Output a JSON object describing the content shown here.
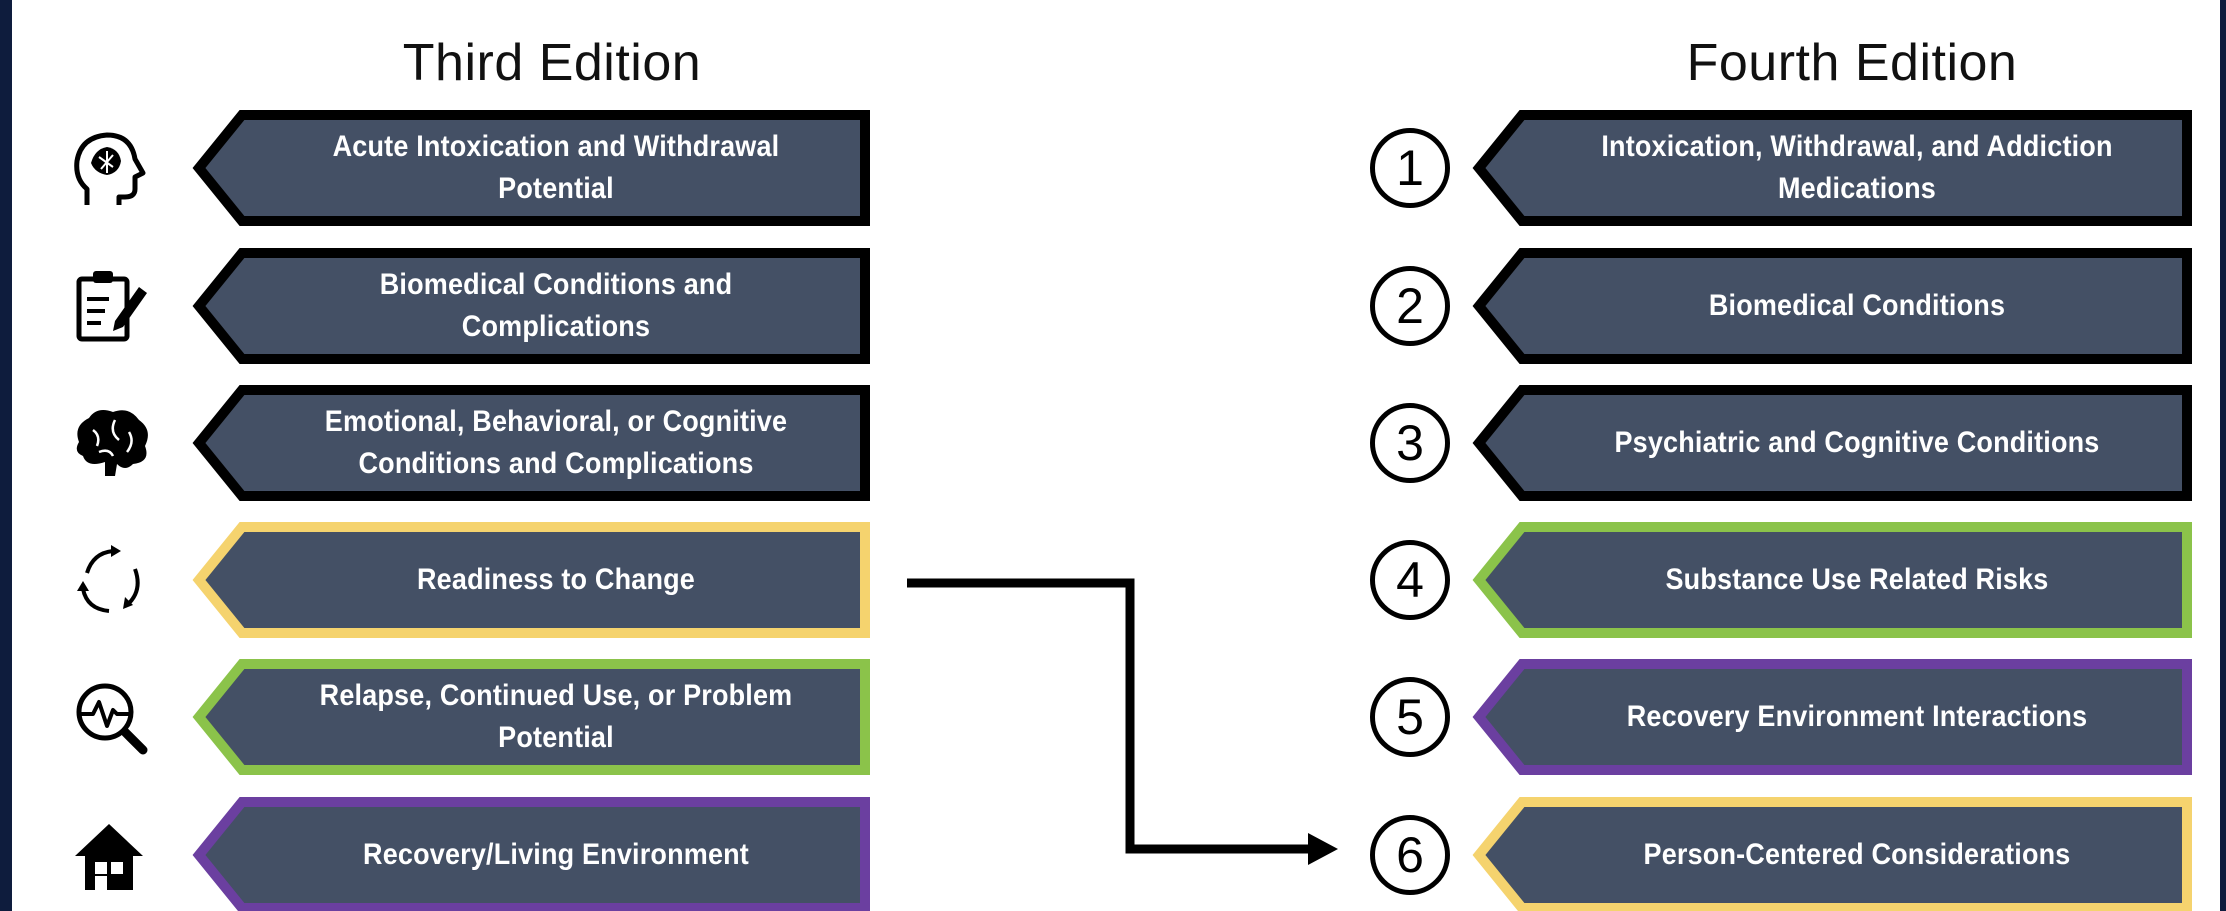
{
  "colors": {
    "background": "#0e1c3d",
    "panel": "#ffffff",
    "banner_fill": "#445065",
    "border_black": "#000000",
    "border_yellow": "#f5d36e",
    "border_green": "#8bc34a",
    "border_purple": "#6b3fa0",
    "arrow": "#000000"
  },
  "third_edition": {
    "heading": "Third Edition",
    "dimensions": [
      {
        "label": "Acute Intoxication and Withdrawal Potential",
        "icon": "head-brain-icon",
        "border": "black"
      },
      {
        "label": "Biomedical Conditions and Complications",
        "icon": "clipboard-pencil-icon",
        "border": "black"
      },
      {
        "label": "Emotional, Behavioral, or Cognitive Conditions and Complications",
        "icon": "brain-icon",
        "border": "black"
      },
      {
        "label": "Readiness to Change",
        "icon": "cycle-arrows-icon",
        "border": "yellow"
      },
      {
        "label": "Relapse, Continued Use, or Problem Potential",
        "icon": "magnifier-pulse-icon",
        "border": "green"
      },
      {
        "label": "Recovery/Living Environment",
        "icon": "house-icon",
        "border": "purple"
      }
    ]
  },
  "fourth_edition": {
    "heading": "Fourth Edition",
    "dimensions": [
      {
        "number": "1",
        "label": "Intoxication, Withdrawal, and Addiction Medications",
        "border": "black"
      },
      {
        "number": "2",
        "label": "Biomedical Conditions",
        "border": "black"
      },
      {
        "number": "3",
        "label": "Psychiatric and Cognitive Conditions",
        "border": "black"
      },
      {
        "number": "4",
        "label": "Substance Use Related Risks",
        "border": "green"
      },
      {
        "number": "5",
        "label": "Recovery Environment Interactions",
        "border": "purple"
      },
      {
        "number": "6",
        "label": "Person-Centered Considerations",
        "border": "yellow"
      }
    ]
  },
  "connector": {
    "from": "Readiness to Change",
    "to": "Person-Centered Considerations"
  }
}
